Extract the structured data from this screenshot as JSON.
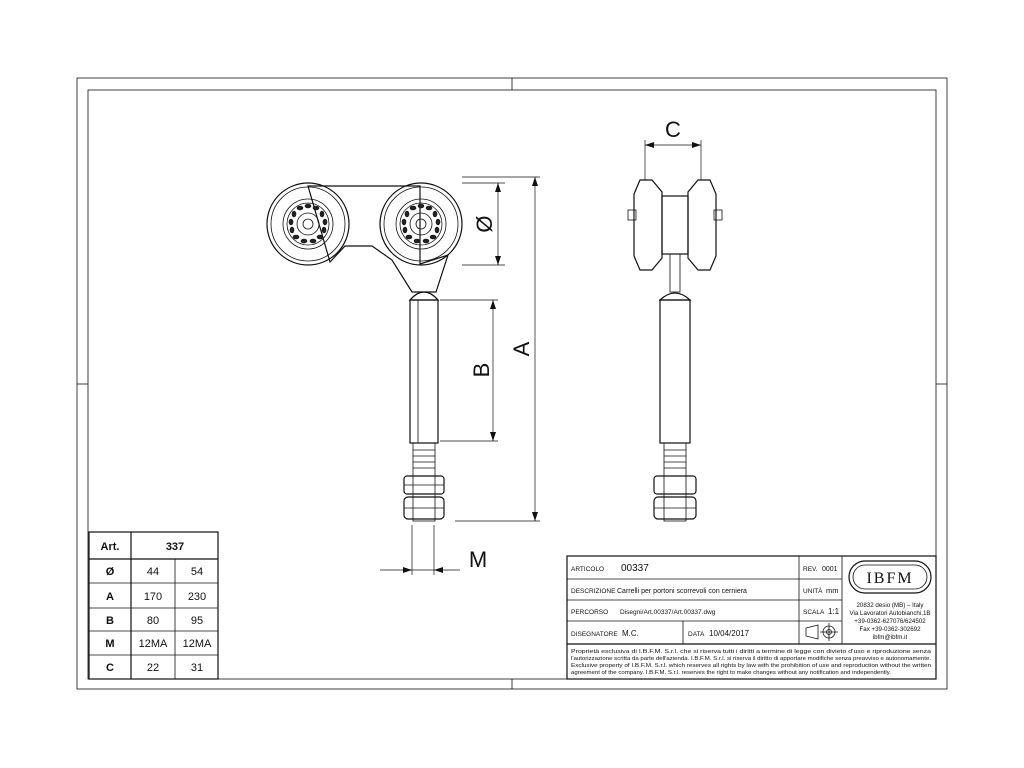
{
  "drawing": {
    "dimension_letters": {
      "diameter": "Ø",
      "a": "A",
      "b": "B",
      "m": "M",
      "c": "C"
    }
  },
  "spec_table": {
    "header_label": "Art.",
    "article": "337",
    "rows": [
      {
        "label": "Ø",
        "v1": "44",
        "v2": "54"
      },
      {
        "label": "A",
        "v1": "170",
        "v2": "230"
      },
      {
        "label": "B",
        "v1": "80",
        "v2": "95"
      },
      {
        "label": "M",
        "v1": "12MA",
        "v2": "12MA"
      },
      {
        "label": "C",
        "v1": "22",
        "v2": "31"
      }
    ]
  },
  "title_block": {
    "articolo_label": "ARTICOLO",
    "articolo_value": "00337",
    "rev_label": "REV.",
    "rev_value": "0001",
    "descrizione_label": "DESCRIZIONE",
    "descrizione_value": "Carrelli per portoni scorrevoli con cerniera",
    "unita_label": "UNITÀ",
    "unita_value": "mm",
    "percorso_label": "PERCORSO",
    "percorso_value": "Disegni/Art.00337/Art.00337.dwg",
    "scala_label": "SCALA",
    "scala_value": "1:1",
    "disegnatore_label": "DISEGNATORE",
    "disegnatore_value": "M.C.",
    "data_label": "DATA",
    "data_value": "10/04/2017",
    "logo_text": "IBFM",
    "address_lines": [
      "20832 desio (MB) – Italy",
      "Via Lavoratori Autobianchi,1B",
      "+39-0362-627076/624502",
      "Fax +39-0362-302692",
      "ibfm@ibfm.it"
    ],
    "disclaimer_lines": [
      "Proprietà esclusiva di I.B.F.M. S.r.l. che si riserva tutti i diritti a termine di legge con divieto d'uso e riproduzione senza",
      "l'autorizzazione scritta da parte dell'azienda. I.B.F.M. S.r.l. si riserva il diritto di apportare modifiche senza preavviso e autonomamente.",
      "Exclusive property of I.B.F.M. S.r.l. which reserves all rights by law with the prohibition of use and reproduction without the written",
      "agreement of the company. I.B.F.M. S.r.l. reserves the right to make changes without any notification and independently."
    ]
  }
}
